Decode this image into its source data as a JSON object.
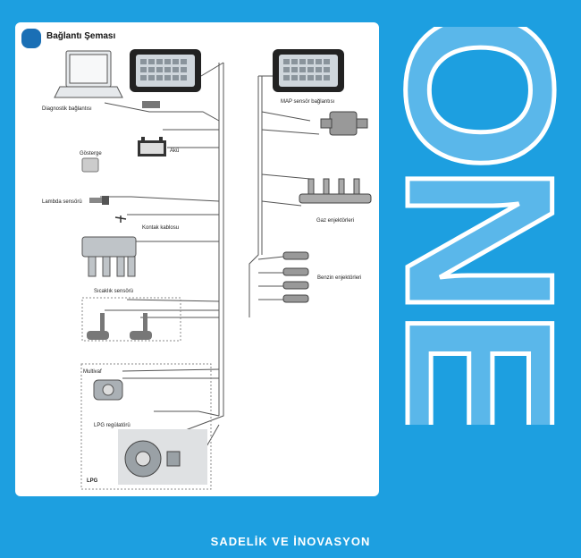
{
  "diagram": {
    "title": "Bağlantı Şeması",
    "labels": {
      "diagnostic": "Diagnostik bağlantısı",
      "battery": "Akü",
      "gauge": "Gösterge",
      "lambda": "Lambda sensörü",
      "ignition": "Kontak kablosu",
      "temperature": "Sıcaklık sensörü",
      "multivalve": "Multivaf",
      "regulator": "LPG regülatörü",
      "lpg": "LPG",
      "map_sensor": "MAP sensör bağlantısı",
      "gas_injectors": "Gaz enjektörleri",
      "petrol_injectors": "Benzin enjektörleri"
    }
  },
  "brand": {
    "logo_text": "ONE",
    "tagline": "SADELİK VE İNOVASYON"
  },
  "colors": {
    "background": "#1d9fe0",
    "logo_fill": "#5ab7ea",
    "title_badge": "#1a6fb5"
  }
}
